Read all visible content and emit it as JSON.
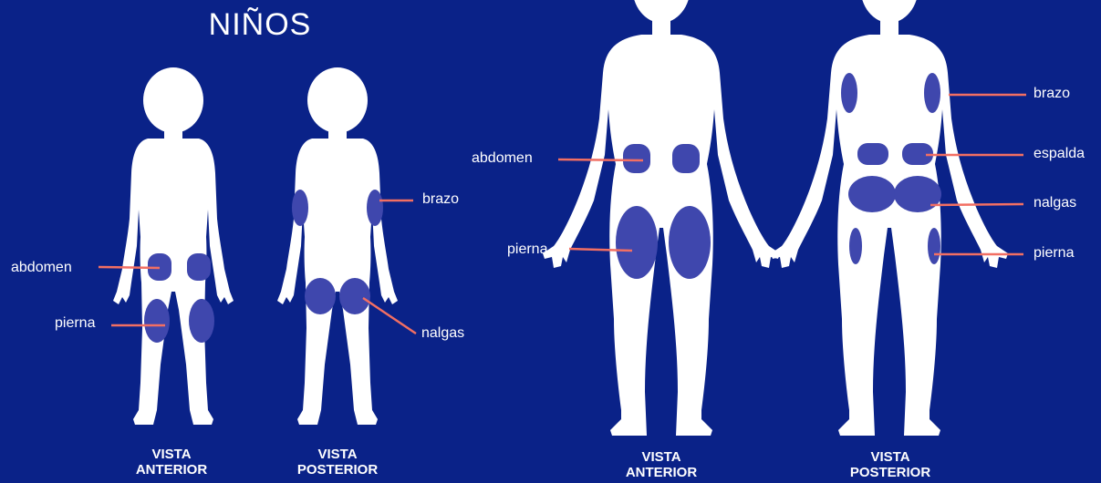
{
  "kids": {
    "title": "NIÑOS",
    "front": {
      "label_line1": "VISTA",
      "label_line2": "ANTERIOR"
    },
    "back": {
      "label_line1": "VISTA",
      "label_line2": "POSTERIOR"
    },
    "labels": {
      "abdomen": "abdomen",
      "pierna": "pierna",
      "brazo": "brazo",
      "nalgas": "nalgas"
    }
  },
  "adults": {
    "front": {
      "label_line1": "VISTA",
      "label_line2": "ANTERIOR"
    },
    "back": {
      "label_line1": "VISTA",
      "label_line2": "POSTERIOR"
    },
    "labels": {
      "abdomen": "abdomen",
      "pierna": "pierna",
      "brazo": "brazo",
      "espalda": "espalda",
      "nalgas": "nalgas",
      "pierna_back": "pierna"
    }
  },
  "colors": {
    "background": "#0a2288",
    "body": "#ffffff",
    "site": "#3f47ad",
    "leader_line": "#f26f63"
  }
}
